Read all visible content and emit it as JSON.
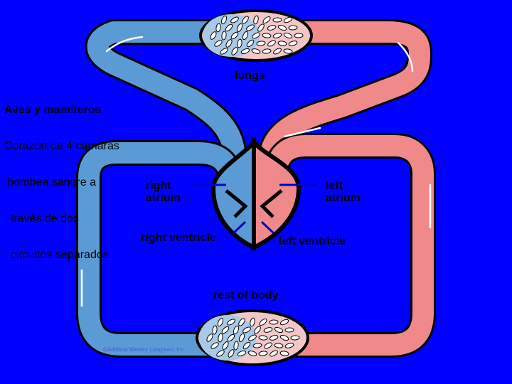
{
  "caption": {
    "title": "Aves y mamíferos",
    "lines": [
      "Corazón de 4 cámaras",
      " bombea sangre a",
      "  través de dos",
      "  circuitos separados"
    ]
  },
  "labels": {
    "lungs": "lungs",
    "right_atrium": "right\natrium",
    "left_atrium": "left\natrium",
    "right_ventricle": "right ventricle",
    "left_ventricle": "left ventricle",
    "rest_of_body": "rest of body"
  },
  "credit": "©Addison Wesley Longman, Inc.",
  "colors": {
    "background": "#0000ff",
    "deoxygenated": "#5b9bd5",
    "oxygenated": "#f08a8a",
    "outline": "#000000",
    "flow_arrow": "#ffffff"
  }
}
